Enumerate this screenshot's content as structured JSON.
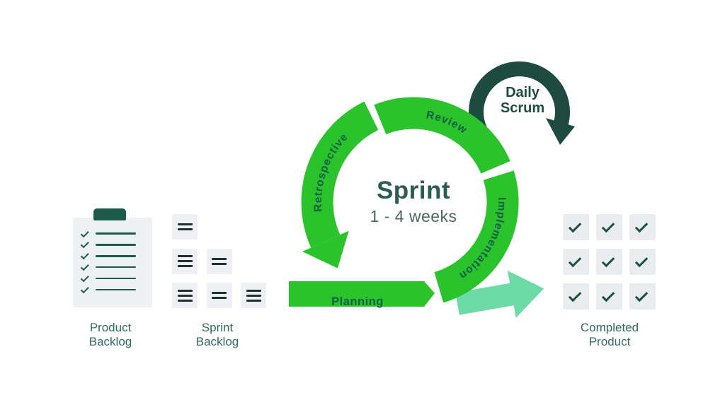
{
  "title_block": {
    "title": "Sprint",
    "subtitle": "1 - 4 weeks"
  },
  "phases": {
    "planning": "Planning",
    "implementation": "Implementation",
    "review": "Review",
    "retrospective": "Retrospective"
  },
  "daily_scrum": {
    "line1": "Daily",
    "line2": "Scrum"
  },
  "artifacts": {
    "product_backlog": {
      "label": "Product\nBacklog",
      "rows": 6
    },
    "sprint_backlog": {
      "label": "Sprint\nBacklog",
      "cards": [
        {
          "row": 0,
          "col": 0,
          "lines": 2
        },
        {
          "row": 1,
          "col": 0,
          "lines": 3
        },
        {
          "row": 1,
          "col": 1,
          "lines": 2
        },
        {
          "row": 2,
          "col": 0,
          "lines": 3
        },
        {
          "row": 2,
          "col": 1,
          "lines": 2
        },
        {
          "row": 2,
          "col": 2,
          "lines": 3
        }
      ]
    },
    "completed_product": {
      "label": "Completed\nProduct",
      "cells": 9
    }
  },
  "colors": {
    "green": "#2bc32b",
    "mint": "#6cdba6",
    "dark_green": "#1d4b3f",
    "label_on_green": "#115e49",
    "heading": "#2b5c52",
    "subheading": "#49685f",
    "label_text": "#2f6b5e",
    "icon_dark": "#1d5a4a",
    "panel_bg": "#edf0f4",
    "cell_bg": "#e9edf0",
    "clipboard_bg": "#eef1f3",
    "card_line": "#20302d"
  }
}
